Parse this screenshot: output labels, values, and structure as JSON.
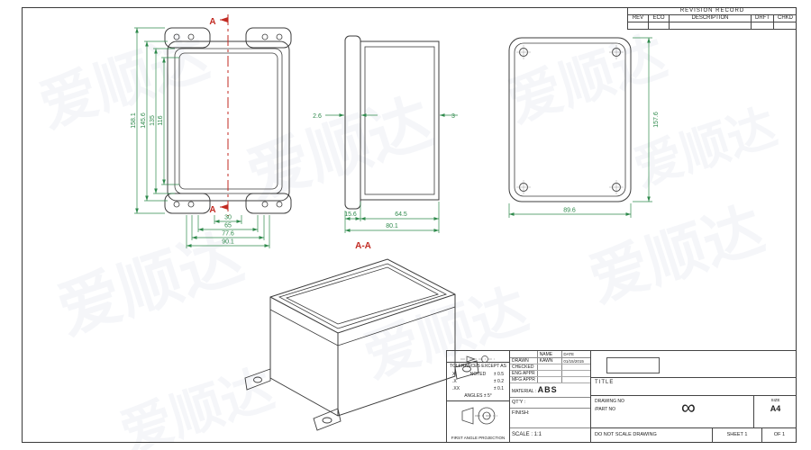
{
  "sheet": {
    "watermark_text": "爱顺达"
  },
  "revision_table": {
    "title": "REVISION RECORD",
    "columns": [
      "REV",
      "ECO",
      "DESCRIPTION",
      "DRFT",
      "CHKD"
    ]
  },
  "section": {
    "label_top": "A",
    "label_bottom": "A",
    "cut_label": "A-A"
  },
  "front_view": {
    "dims_left": [
      "158.1",
      "145.6",
      "135",
      "116"
    ],
    "dims_bottom": [
      "30",
      "65",
      "77.6",
      "90.1"
    ]
  },
  "side_view": {
    "dim_left_wall": "2.6",
    "dim_right_wall": "3",
    "dims_bottom": [
      "15.6",
      "64.5",
      "80.1"
    ]
  },
  "back_view": {
    "dim_right": "157.6",
    "dim_bottom": "89.6"
  },
  "title_block": {
    "tolerances_header": "TOLERANCES EXCEPT AS NOTED",
    "tolerance_rows": [
      {
        "code": "X",
        "value": "± 0.5"
      },
      {
        "code": ".X",
        "value": "± 0.2"
      },
      {
        "code": ".XX",
        "value": "± 0.1"
      }
    ],
    "angles": "ANGLES ± 5°",
    "projection_label": "FIRST ANGLE PROJECTION",
    "approval_headers": {
      "name": "NAME",
      "date": "DATE"
    },
    "approval_rows": [
      {
        "label": "DRAWN",
        "name": "KAWN",
        "date": "01/15/2015"
      },
      {
        "label": "CHECKED",
        "name": "",
        "date": ""
      },
      {
        "label": "ENG APPR",
        "name": "",
        "date": ""
      },
      {
        "label": "MFG APPR",
        "name": "",
        "date": ""
      }
    ],
    "material_label": "MATERIAL :",
    "material_value": "ABS",
    "qty_label": "QT'Y :",
    "finish_label": "FINISH:",
    "scale_label": "SCALE : 1:1",
    "title_label": "TITLE",
    "drawing_no_label": "DRAWING NO",
    "part_no_label": "/PART NO",
    "drawing_no_value": "∞",
    "size_label": "SIZE",
    "size_value": "A4",
    "do_not_scale": "DO NOT SCALE DRAWING",
    "sheet_label": "SHEET 1",
    "of_label": "OF 1"
  }
}
